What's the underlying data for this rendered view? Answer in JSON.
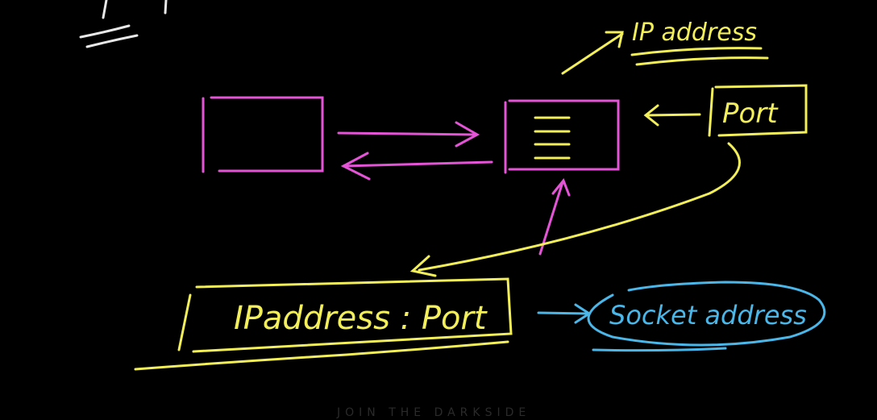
{
  "diagram": {
    "background": "#000000",
    "colors": {
      "pink": "#e454d6",
      "yellow": "#f2ef5a",
      "blue": "#4bb6e8",
      "white": "#e8e8e8",
      "watermark": "#2a2a2a"
    },
    "labels": {
      "ip_address": "IP address",
      "port": "Port",
      "ip_port": "IPaddress : Port",
      "socket_address": "Socket address"
    },
    "watermark": "JOIN THE DARKSIDE"
  }
}
